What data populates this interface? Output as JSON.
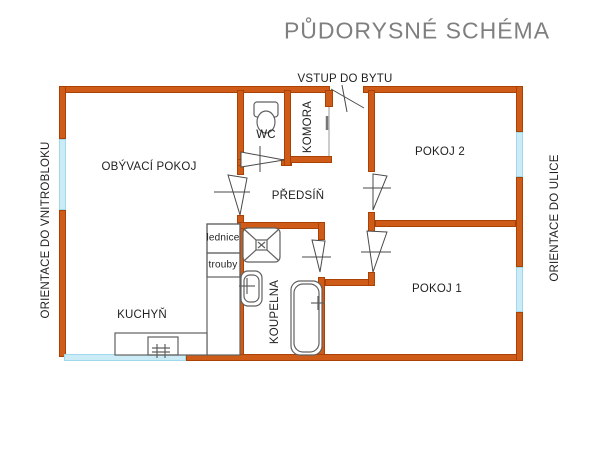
{
  "title": "PŮDORYSNÉ SCHÉMA",
  "entrance_label": "VSTUP DO BYTU",
  "orientation": {
    "left": "ORIENTACE DO VNITROBLOKU",
    "right": "ORIENTACE DO ULICE"
  },
  "rooms": {
    "living": "OBÝVACÍ POKOJ",
    "wc": "WC",
    "pantry": "KOMORA",
    "room2": "POKOJ 2",
    "hall": "PŘEDSÍŇ",
    "kitchen": "KUCHYŇ",
    "bathroom": "KOUPELNA",
    "room1": "POKOJ 1"
  },
  "appliances": {
    "fridge": "lednice",
    "ovens": "trouby"
  },
  "colors": {
    "wall": "#CE5B17",
    "wall_border": "#A94204",
    "window": "#CBEBF6",
    "window_border": "#9ED8EA",
    "title_color": "#7F7F7F",
    "label_color": "#1F1F1F",
    "fixture": "#606060",
    "door": "#4A4A4A"
  }
}
